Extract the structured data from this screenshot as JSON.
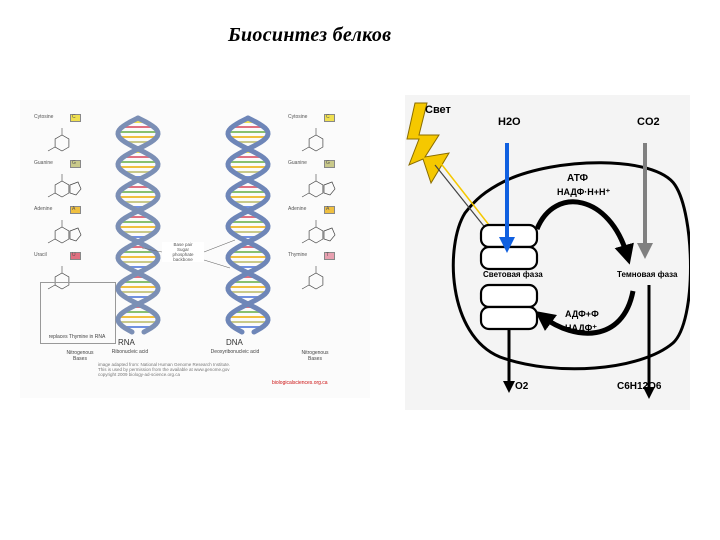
{
  "slide": {
    "title": "Биосинтез белков"
  },
  "dna_figure": {
    "left_bases": [
      {
        "name": "Cytosine",
        "code": "C",
        "color": "#f0e050"
      },
      {
        "name": "Guanine",
        "code": "G",
        "color": "#c9c98a"
      },
      {
        "name": "Adenine",
        "code": "A",
        "color": "#f0c040"
      },
      {
        "name": "Uracil",
        "code": "U",
        "color": "#e07080"
      }
    ],
    "right_bases": [
      {
        "name": "Cytosine",
        "code": "C",
        "color": "#f0e050"
      },
      {
        "name": "Guanine",
        "code": "G",
        "color": "#c9c98a"
      },
      {
        "name": "Adenine",
        "code": "A",
        "color": "#f0c040"
      },
      {
        "name": "Thymine",
        "code": "T",
        "color": "#e8a0b0"
      }
    ],
    "uracil_note": "replaces Thymine in RNA",
    "left_caption": [
      "Nitrogenous",
      "Bases"
    ],
    "right_caption": [
      "Nitrogenous",
      "Bases"
    ],
    "rna_label": "RNA",
    "rna_sublabel": "Ribonucleic acid",
    "dna_label": "DNA",
    "dna_sublabel": "Deoxyribonucleic acid",
    "rna_strand_label": "Base pair",
    "callout": [
      "Base pair",
      "Sugar",
      "phosphate",
      "backbone"
    ],
    "credit": [
      "image adapted from: National Human Genome Research Institute.",
      "This is used by permission from the available at www.genome.gov",
      "copyright 2009 biology-ad-science.org.ca"
    ],
    "site": "biologicalsciences.org.ca"
  },
  "photo_figure": {
    "light_label": "Свет",
    "h2o": "H2O",
    "co2": "CO2",
    "atp_label": "АТФ",
    "nadph_label": "НАДФ·Н+Н⁺",
    "light_phase": "Световая фаза",
    "dark_phase": "Темновая фаза",
    "adp_label": "АДФ+Ф",
    "nadp_label": "НАДФ⁺",
    "o2": "O2",
    "glucose": "C6H12O6",
    "colors": {
      "water_arrow": "#1060e0",
      "co2_arrow": "#808080",
      "light": "#f5c800",
      "ink": "#000000"
    }
  }
}
